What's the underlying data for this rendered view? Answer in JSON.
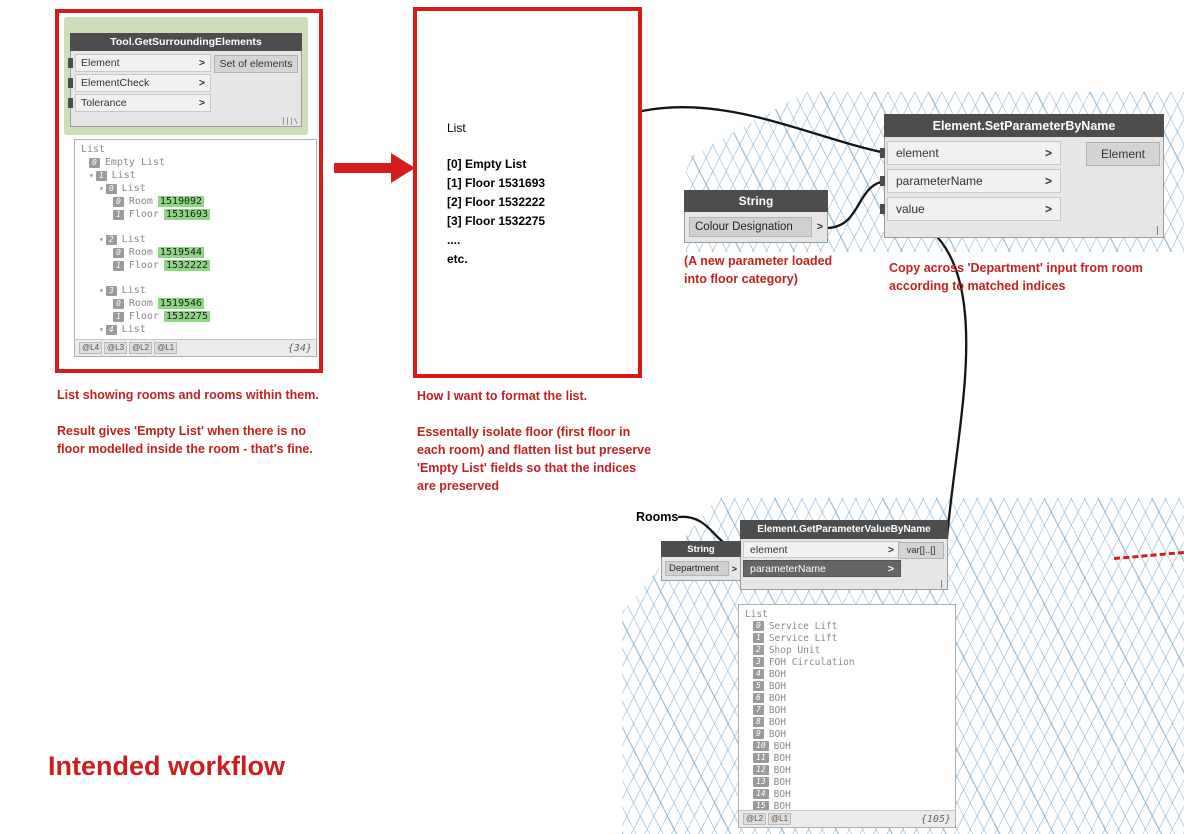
{
  "icons": {
    "chevron": ">",
    "expand": "▾",
    "lacing_auto": "|||\\",
    "lacing_single": "|"
  },
  "title": {
    "text": "Intended workflow"
  },
  "node1": {
    "title": "Tool.GetSurroundingElements",
    "inputs": [
      "Element",
      "ElementCheck",
      "Tolerance"
    ],
    "output": "Set of elements"
  },
  "list1": {
    "header": "List",
    "rows": [
      {
        "badge": "0",
        "text": "Empty List"
      },
      {
        "badge": "1",
        "text": "List"
      },
      {
        "badge": "0",
        "text": "List"
      },
      {
        "badge": "0",
        "text": "Room",
        "value": "1519092"
      },
      {
        "badge": "1",
        "text": "Floor",
        "value": "1531693"
      },
      {
        "badge": "2",
        "text": "List"
      },
      {
        "badge": "0",
        "text": "Room",
        "value": "1519544"
      },
      {
        "badge": "1",
        "text": "Floor",
        "value": "1532222"
      },
      {
        "badge": "3",
        "text": "List"
      },
      {
        "badge": "0",
        "text": "Room",
        "value": "1519546"
      },
      {
        "badge": "1",
        "text": "Floor",
        "value": "1532275"
      },
      {
        "badge": "4",
        "text": "List"
      }
    ],
    "levels": [
      "@L4",
      "@L3",
      "@L2",
      "@L1"
    ],
    "count": "{34}"
  },
  "formatted_list": {
    "header": "List",
    "lines": [
      "[0] Empty List",
      "[1] Floor 1531693",
      "[2] Floor 1532222",
      "[3] Floor 1532275",
      "....",
      "etc."
    ]
  },
  "captions": {
    "under_list": [
      "List showing rooms and rooms within them.",
      "Result gives 'Empty List' when there is no floor modelled inside the room - that's fine."
    ],
    "under_format": [
      "How I want to format the list.",
      "Essentally isolate floor (first floor in each room) and flatten list but preserve 'Empty List' fields so that the indices are preserved"
    ],
    "string_note": "(A new parameter loaded into floor category)",
    "copy_note": "Copy across 'Department' input from room according to matched indices",
    "rooms_label": "Rooms"
  },
  "node_set_param": {
    "title": "Element.SetParameterByName",
    "inputs": [
      "element",
      "parameterName",
      "value"
    ],
    "output": "Element"
  },
  "node_string_colour": {
    "title": "String",
    "value": "Colour Designation"
  },
  "node_get_param": {
    "title": "Element.GetParameterValueByName",
    "inputs": [
      "element",
      "parameterName"
    ],
    "output": "var[]..[]"
  },
  "node_string_dept": {
    "title": "String",
    "value": "Department"
  },
  "list2": {
    "header": "List",
    "rows": [
      {
        "badge": "0",
        "text": "Service Lift"
      },
      {
        "badge": "1",
        "text": "Service Lift"
      },
      {
        "badge": "2",
        "text": "Shop Unit"
      },
      {
        "badge": "3",
        "text": "FOH Circulation"
      },
      {
        "badge": "4",
        "text": "BOH"
      },
      {
        "badge": "5",
        "text": "BOH"
      },
      {
        "badge": "6",
        "text": "BOH"
      },
      {
        "badge": "7",
        "text": "BOH"
      },
      {
        "badge": "8",
        "text": "BOH"
      },
      {
        "badge": "9",
        "text": "BOH"
      },
      {
        "badge": "10",
        "text": "BOH"
      },
      {
        "badge": "11",
        "text": "BOH"
      },
      {
        "badge": "12",
        "text": "BOH"
      },
      {
        "badge": "13",
        "text": "BOH"
      },
      {
        "badge": "14",
        "text": "BOH"
      },
      {
        "badge": "15",
        "text": "BOH"
      }
    ],
    "levels": [
      "@L2",
      "@L1"
    ],
    "count": "{105}"
  }
}
